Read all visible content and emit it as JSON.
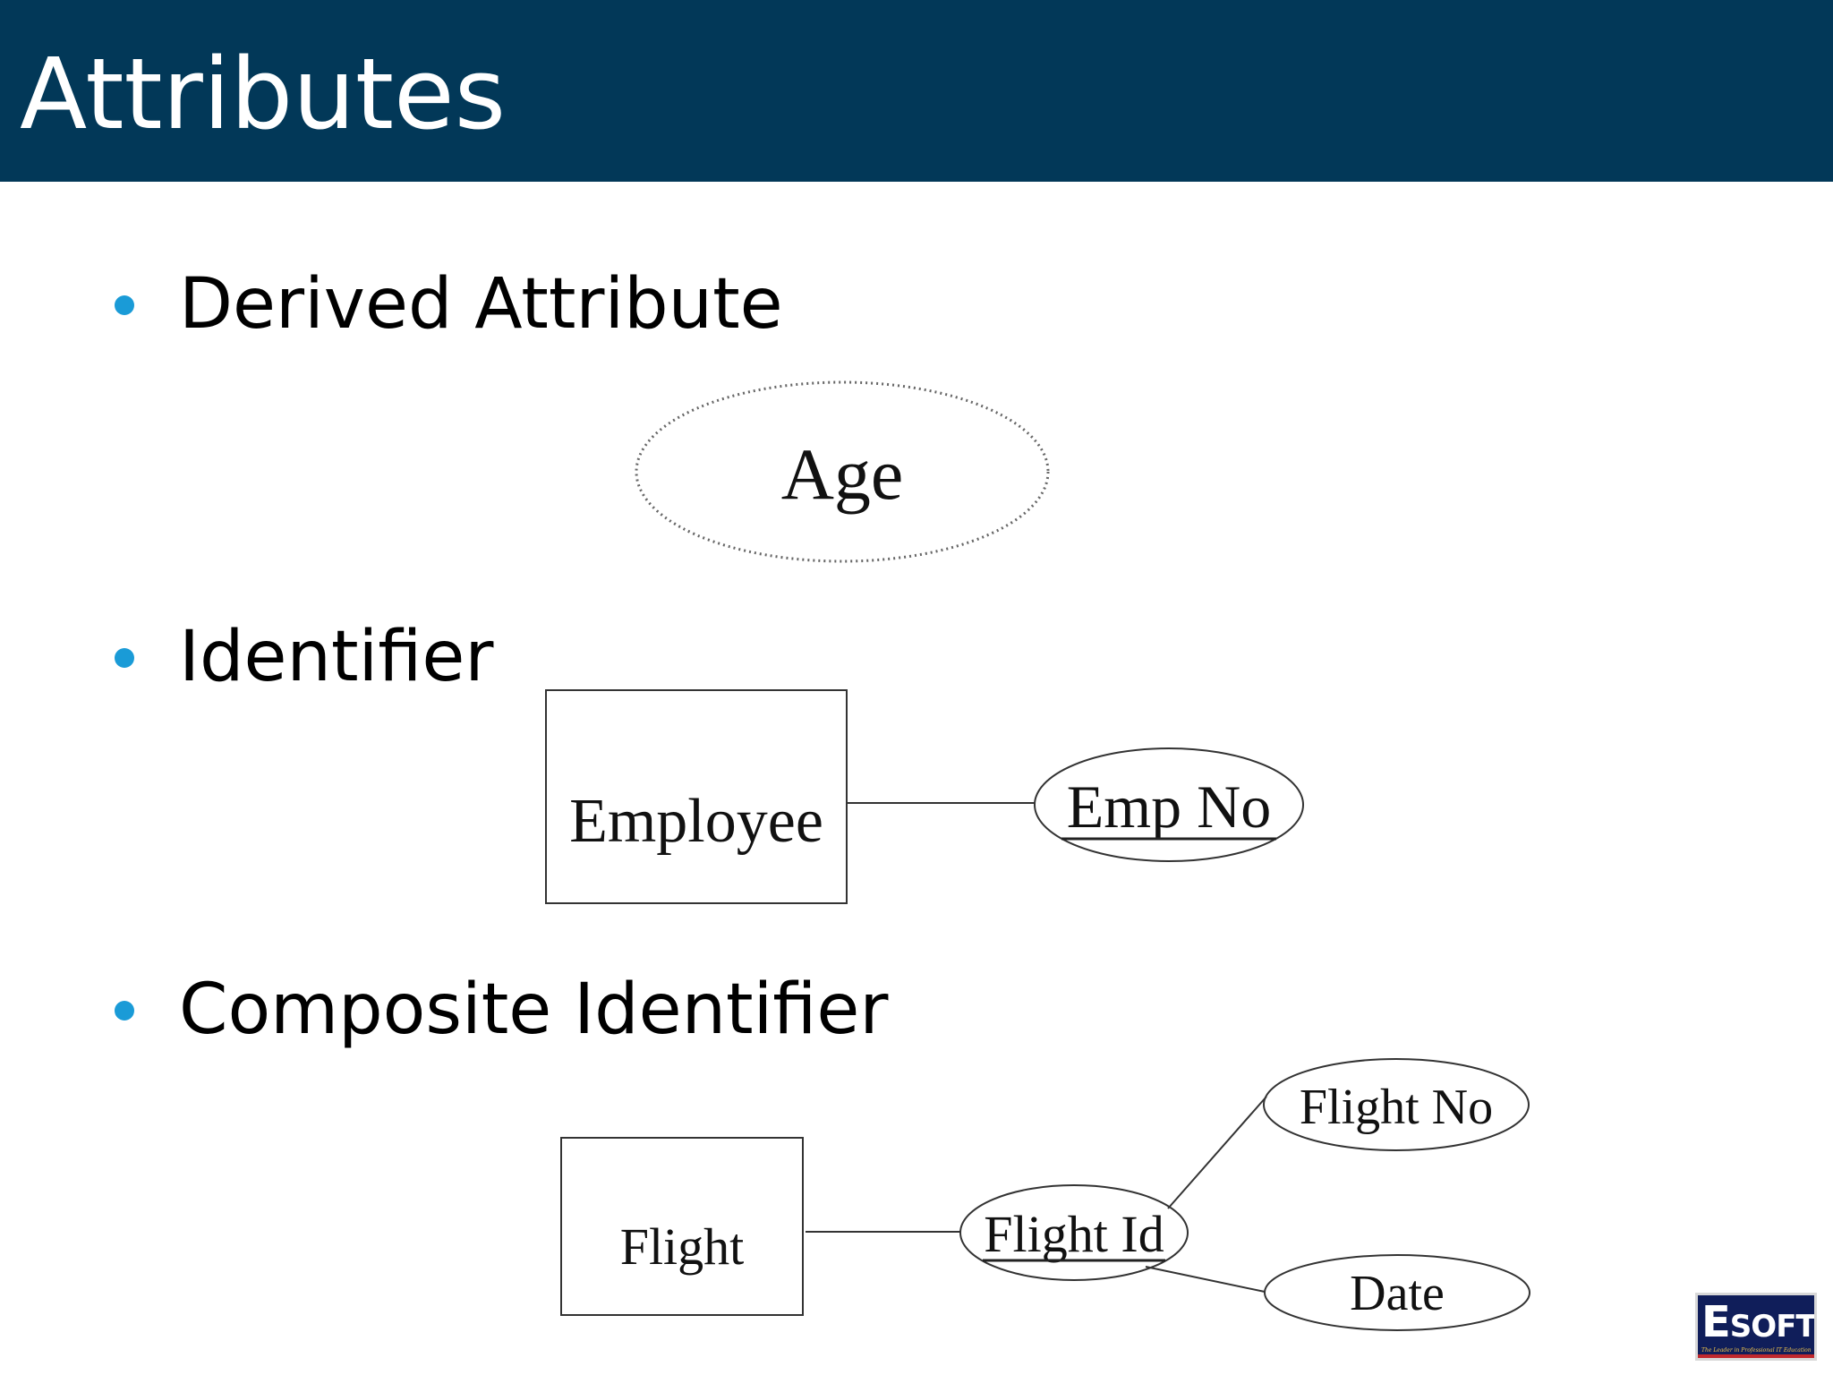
{
  "slide": {
    "title": "Attributes",
    "bullets": [
      {
        "label": "Derived Attribute"
      },
      {
        "label": "Identifier"
      },
      {
        "label": "Composite Identifier"
      }
    ]
  },
  "diagrams": {
    "derived": {
      "attribute": "Age"
    },
    "identifier": {
      "entity": "Employee",
      "attribute": "Emp No"
    },
    "composite": {
      "entity": "Flight",
      "identifier": "Flight Id",
      "parts": [
        "Flight No",
        "Date"
      ]
    }
  },
  "logo": {
    "wordmark_big": "E",
    "wordmark_small": "SOFT",
    "tagline": "The Leader in Professional IT Education"
  },
  "colors": {
    "title_bar": "#023858",
    "bullet": "#1a9bd7",
    "logo_bg": "#101e5a"
  }
}
